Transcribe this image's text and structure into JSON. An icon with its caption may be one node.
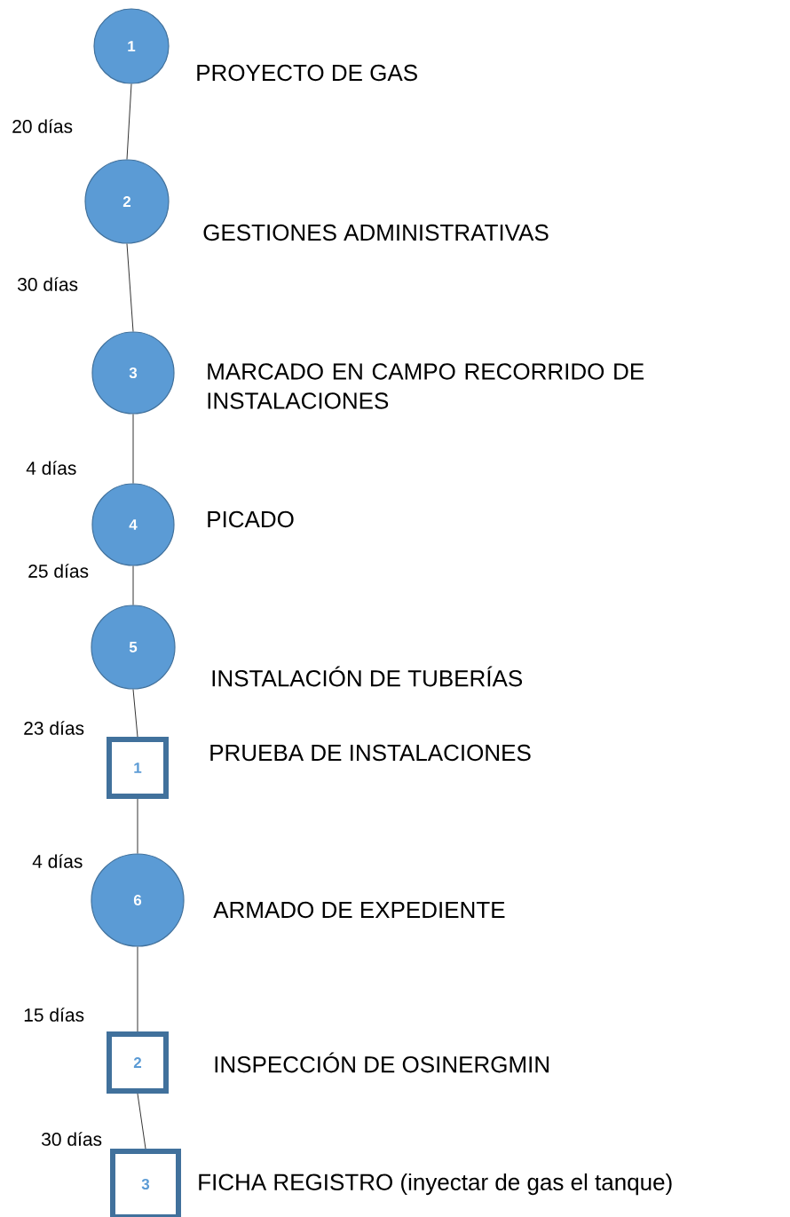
{
  "diagram": {
    "nodes": [
      {
        "text": [
          "1"
        ],
        "beside": [
          "PROYECTO DE GAS"
        ]
      },
      {
        "text": [
          "2"
        ],
        "beside": [
          "GESTIONES ADMINISTRATIVAS"
        ]
      },
      {
        "text": [
          "3"
        ],
        "beside": [
          "MARCADO EN CAMPO RECORRIDO DE INSTALACIONES"
        ]
      },
      {
        "text": [
          "4"
        ],
        "beside": [
          "PICADO"
        ]
      },
      {
        "text": [
          "5"
        ],
        "beside": [
          "INSTALACIÓN DE TUBERÍAS"
        ]
      },
      {
        "text": [
          "1"
        ],
        "beside": [
          "PRUEBA DE INSTALACIONES"
        ]
      },
      {
        "text": [
          "6"
        ],
        "beside": [
          "ARMADO DE EXPEDIENTE"
        ]
      },
      {
        "text": [
          "2"
        ],
        "beside": [
          "INSPECCIÓN DE OSINERGMIN"
        ]
      },
      {
        "text": [
          "3"
        ],
        "beside": [
          "FICHA REGISTRO (inyectar de gas el tanque)"
        ]
      }
    ],
    "edges": [
      {
        "from": 0,
        "to": 1,
        "arrow": "none",
        "label": "20 días"
      },
      {
        "from": 1,
        "to": 2,
        "arrow": "none",
        "label": "30 días"
      },
      {
        "from": 2,
        "to": 3,
        "arrow": "none",
        "label": "4 días"
      },
      {
        "from": 3,
        "to": 4,
        "arrow": "none",
        "label": "25 días"
      },
      {
        "from": 4,
        "to": 5,
        "arrow": "none",
        "label": "23 días"
      },
      {
        "from": 5,
        "to": 6,
        "arrow": "none",
        "label": "4 días"
      },
      {
        "from": 6,
        "to": 7,
        "arrow": "none",
        "label": "15 días"
      },
      {
        "from": 7,
        "to": 8,
        "arrow": "none",
        "label": "30 días"
      }
    ]
  }
}
